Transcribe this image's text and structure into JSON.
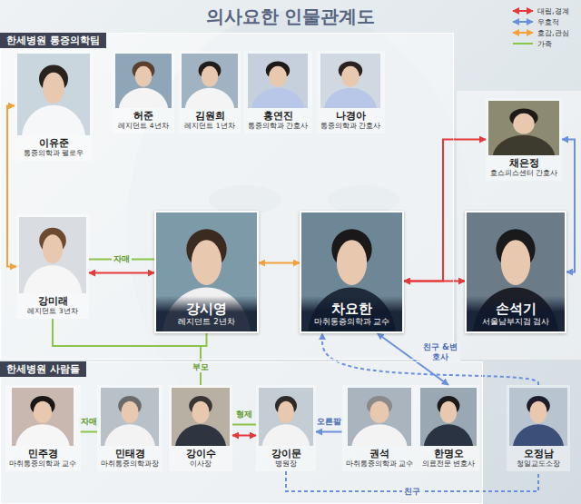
{
  "diagram": {
    "title": "의사요한 인물관계도",
    "nodes": [
      {
        "text": [
          "한세병원 통증의학팀"
        ]
      },
      {
        "text": [
          "이유준",
          "통증의학과 펠로우"
        ],
        "in": 0
      },
      {
        "text": [
          "허준",
          "레지던트 4년차"
        ],
        "in": 0
      },
      {
        "text": [
          "김원희",
          "레지던트 1년차"
        ],
        "in": 0
      },
      {
        "text": [
          "홍연진",
          "통증의학과 간호사"
        ],
        "in": 0
      },
      {
        "text": [
          "나경아",
          "통증의학과 간호사"
        ],
        "in": 0
      },
      {
        "text": [
          "채은정",
          "호스피스센터 간호사"
        ]
      },
      {
        "text": [
          "강미래",
          "레지던트 3년차"
        ],
        "in": 0
      },
      {
        "text": [
          "강시영",
          "레지던트 2년차"
        ],
        "in": 0
      },
      {
        "text": [
          "차요한",
          "마취통증의학과 교수"
        ],
        "in": 0
      },
      {
        "text": [
          "손석기",
          "서울남부지검 검사"
        ]
      },
      {
        "text": [
          "한세병원 사람들"
        ]
      },
      {
        "text": [
          "민주경",
          "마취통증의학과 교수"
        ],
        "in": 11
      },
      {
        "text": [
          "민태경",
          "마취통증의학과장"
        ],
        "in": 11
      },
      {
        "text": [
          "강이수",
          "이사장"
        ],
        "in": 11
      },
      {
        "text": [
          "강이문",
          "병원장"
        ],
        "in": 11
      },
      {
        "text": [
          "권석",
          "마취통증의학과 교수"
        ],
        "in": 11
      },
      {
        "text": [
          "한명오",
          "의료전문 변호사"
        ],
        "in": 11
      },
      {
        "text": [
          "오정남",
          "청일교도소장"
        ]
      }
    ],
    "edges": [
      {
        "from": 1,
        "to": 7,
        "arrow": "both"
      },
      {
        "from": 7,
        "to": 8,
        "label": "자매",
        "arrow": "none"
      },
      {
        "from": 7,
        "to": 8,
        "arrow": "both"
      },
      {
        "from": 8,
        "to": 9,
        "arrow": "both"
      },
      {
        "from": 9,
        "to": 6,
        "arrow": "both"
      },
      {
        "from": 9,
        "to": 10,
        "arrow": "both"
      },
      {
        "from": 6,
        "to": 10,
        "arrow": "both"
      },
      {
        "from": 7,
        "to": 14,
        "label": "부모",
        "arrow": "none"
      },
      {
        "from": 8,
        "to": 14,
        "arrow": "none"
      },
      {
        "from": 12,
        "to": 13,
        "label": "자매",
        "arrow": "none"
      },
      {
        "from": 14,
        "to": 15,
        "label": "형제",
        "arrow": "none"
      },
      {
        "from": 14,
        "to": 15,
        "arrow": "both"
      },
      {
        "from": 16,
        "to": 15,
        "label": "오른팔",
        "arrow": "to"
      },
      {
        "from": 9,
        "to": 17,
        "label": "친구 &변호사",
        "arrow": "both"
      },
      {
        "from": 18,
        "to": 9,
        "arrow": "to"
      },
      {
        "from": 15,
        "to": 18,
        "label": "친구",
        "arrow": "none"
      }
    ],
    "legend": [
      {
        "text": "대립,경계"
      },
      {
        "text": "우호적"
      },
      {
        "text": "호감,관심"
      },
      {
        "text": "가족"
      }
    ]
  }
}
